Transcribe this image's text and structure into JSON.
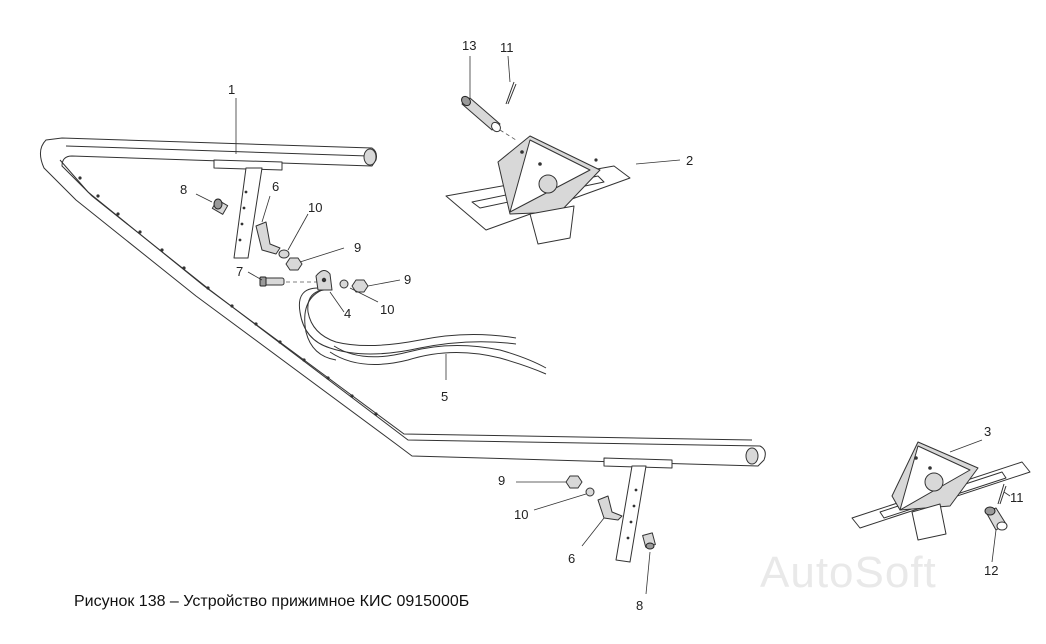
{
  "caption": "Рисунок 138 – Устройство прижимное КИС 0915000Б",
  "watermark": "AutoSoft",
  "callouts": {
    "c1": "1",
    "c2": "2",
    "c3": "3",
    "c4": "4",
    "c5": "5",
    "c6a": "6",
    "c6b": "6",
    "c7": "7",
    "c8a": "8",
    "c8b": "8",
    "c9a": "9",
    "c9b": "9",
    "c9c": "9",
    "c10a": "10",
    "c10b": "10",
    "c10c": "10",
    "c11a": "11",
    "c11b": "11",
    "c12": "12",
    "c13": "13"
  }
}
